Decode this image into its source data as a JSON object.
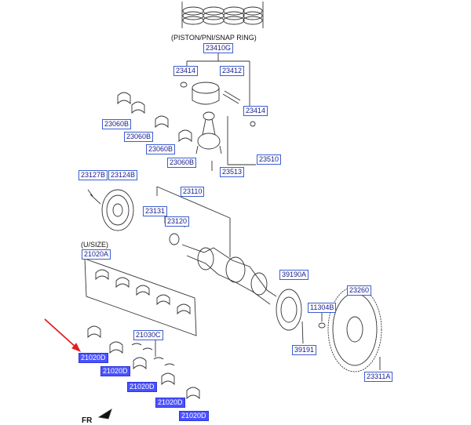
{
  "diagram": {
    "captions": {
      "piston_group": "(PISTON/PNI/SNAP RING)",
      "usize": "(U/SIZE)",
      "fr": "FR"
    },
    "part_numbers": {
      "p23410g": "23410G",
      "p23414a": "23414",
      "p23412": "23412",
      "p23414b": "23414",
      "p23060b_1": "23060B",
      "p23060b_2": "23060B",
      "p23060b_3": "23060B",
      "p23060b_4": "23060B",
      "p23510": "23510",
      "p23513": "23513",
      "p23127b": "23127B",
      "p23124b": "23124B",
      "p23110": "23110",
      "p23131": "23131",
      "p23120": "23120",
      "p21020a": "21020A",
      "p39190a": "39190A",
      "p23260": "23260",
      "p11304b": "11304B",
      "p39191": "39191",
      "p21030c": "21030C",
      "p21020d_1": "21020D",
      "p21020d_2": "21020D",
      "p21020d_3": "21020D",
      "p21020d_4": "21020D",
      "p21020d_5": "21020D",
      "p23311a": "23311A"
    },
    "highlight_color": "#4a52ff",
    "arrow_color": "#e02020"
  }
}
